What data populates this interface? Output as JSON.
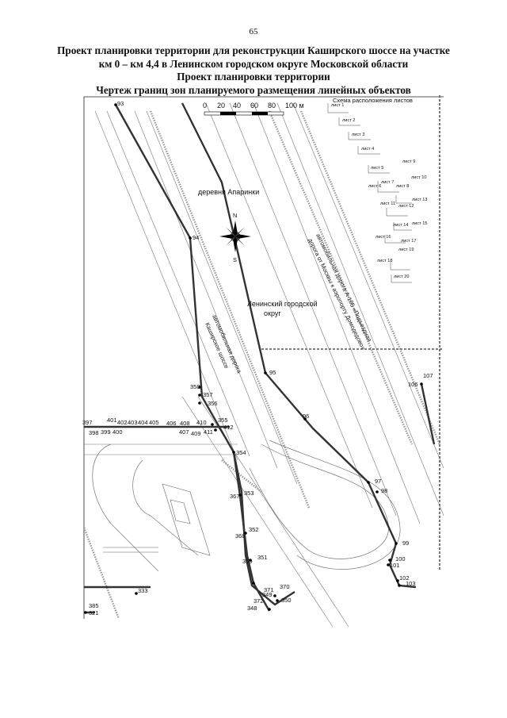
{
  "page_number": "65",
  "title": {
    "line1": "Проект планировки территории для реконструкции Каширского шоссе на участке",
    "line2": "км 0 – км 4,4 в Ленинском городском округе Московской области",
    "line3": "Проект планировки территории",
    "line4": "Чертеж границ зон планируемого размещения линейных объектов"
  },
  "scale_bar": {
    "unit": "м",
    "ticks": [
      "0",
      "20",
      "40",
      "60",
      "80",
      "100 м"
    ]
  },
  "compass": {
    "north": "N",
    "south": "S"
  },
  "map_labels": {
    "village": "деревня Апаринки",
    "district_line1": "Ленинский городской",
    "district_line2": "округ",
    "road1_line1": "автомобильная дорога",
    "road1_line2": "Каширское шоссе",
    "road2_line1": "автомобильная дорога А-105 «Подъездная",
    "road2_line2": "дорога от Москвы к аэропорту Домодедово»"
  },
  "sheet_index": {
    "title": "Схема расположения листов",
    "sheets": [
      "лист 1",
      "лист 2",
      "лист 3",
      "лист 4",
      "лист 5",
      "лист 6",
      "лист 7",
      "лист 8",
      "лист 9",
      "лист 10",
      "лист 11",
      "лист 12",
      "лист 13",
      "лист 14",
      "лист 15",
      "лист 16",
      "лист 17",
      "лист 18",
      "лист 19",
      "лист 20"
    ]
  },
  "points": {
    "p93": "93",
    "p94": "94",
    "p95": "95",
    "p96": "96",
    "p97": "97",
    "p98": "98",
    "p99": "99",
    "p100": "100",
    "p101": "101",
    "p102": "102",
    "p103": "103",
    "p106": "106",
    "p107": "107",
    "p321": "321",
    "p333": "333",
    "p348": "348",
    "p349": "349",
    "p350": "350",
    "p351": "351",
    "p352": "352",
    "p353": "353",
    "p354": "354",
    "p355": "355",
    "p356": "356",
    "p357": "357",
    "p358": "358",
    "p367": "367",
    "p368": "368",
    "p369": "369",
    "p370": "370",
    "p371": "371",
    "p372": "372",
    "p385": "385",
    "p397": "397",
    "p398": "398",
    "p399": "399",
    "p400": "400",
    "p401": "401",
    "p402": "402",
    "p403": "403",
    "p404": "404",
    "p405": "405",
    "p406": "406",
    "p407": "407",
    "p408": "408",
    "p409": "409",
    "p410": "410",
    "p411": "411",
    "p412": "412"
  }
}
